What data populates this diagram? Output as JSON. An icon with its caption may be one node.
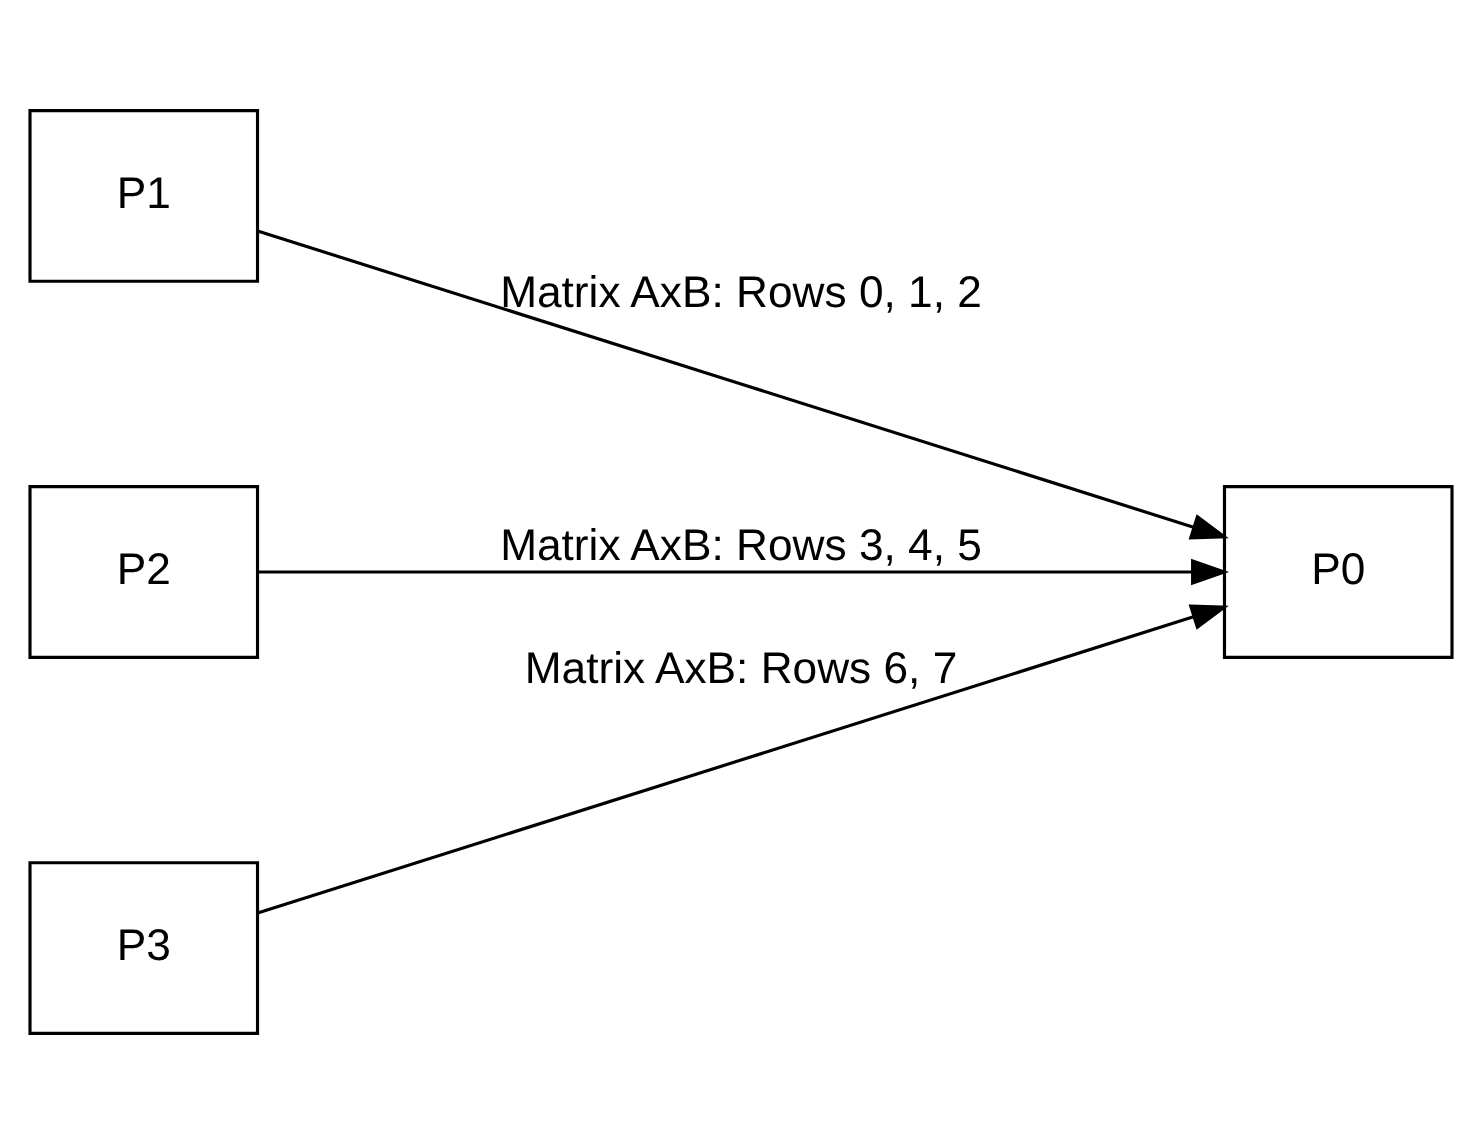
{
  "diagram": {
    "nodes": [
      {
        "text": [
          "P1"
        ]
      },
      {
        "text": [
          "P2"
        ]
      },
      {
        "text": [
          "P0"
        ]
      },
      {
        "text": [
          "P3"
        ]
      }
    ],
    "edges": [
      {
        "from": 0,
        "to": 2,
        "arrow": "to",
        "label": "Matrix AxB: Rows 0, 1, 2"
      },
      {
        "from": 1,
        "to": 2,
        "arrow": "to",
        "label": "Matrix AxB: Rows 3, 4, 5"
      },
      {
        "from": 3,
        "to": 2,
        "arrow": "to",
        "label": "Matrix AxB: Rows 6, 7"
      }
    ]
  }
}
